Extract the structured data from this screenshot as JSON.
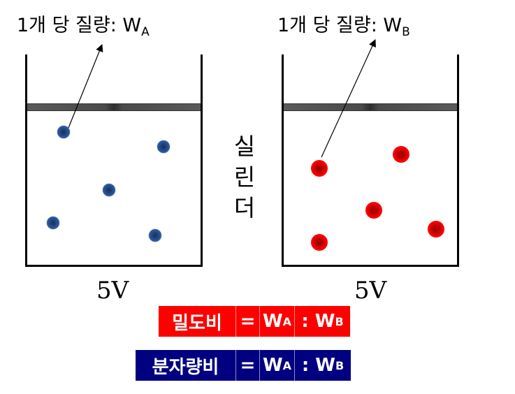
{
  "labels": {
    "left_mass_text": "1개 당 질량: W",
    "left_mass_sub": "A",
    "right_mass_text": "1개 당 질량: W",
    "right_mass_sub": "B",
    "cylinder_word_chars": [
      "실",
      "린",
      "더"
    ],
    "left_volume": "5V",
    "right_volume": "5V"
  },
  "equations": {
    "density": {
      "label": "밀도비",
      "equals": "=",
      "left_term": "W",
      "left_sub": "A",
      "colon_term": ": W",
      "right_sub": "B",
      "background": "#ff0000"
    },
    "molar_mass": {
      "label": "분자량비",
      "equals": "=",
      "left_term": "W",
      "left_sub": "A",
      "colon_term": ": W",
      "right_sub": "B",
      "background": "#000080"
    }
  },
  "colors": {
    "gas_a_particles": "#2f5ea8",
    "gas_b_particles": "#ff0000"
  }
}
